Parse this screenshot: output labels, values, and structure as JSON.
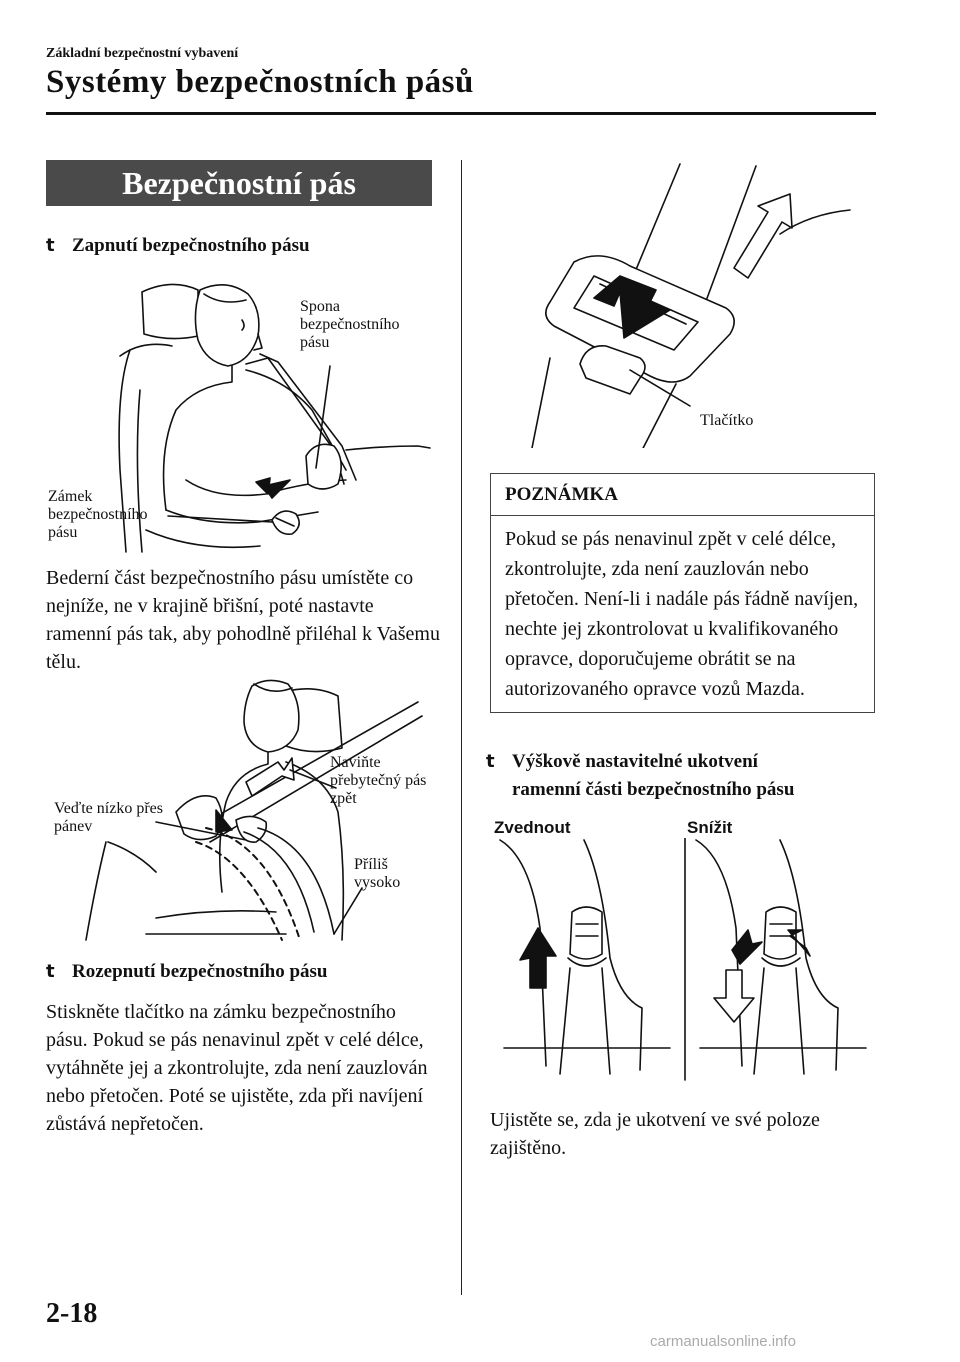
{
  "header": {
    "breadcrumb": "Základní bezpečnostní vybavení",
    "title": "Systémy bezpečnostních pásů"
  },
  "banner": "Bezpečnostní pás",
  "sections": {
    "fasten": {
      "bullet": "t",
      "heading": "Zapnutí bezpečnostního pásu",
      "fig1": {
        "label_buckle_tongue": "Spona bezpečnostního pásu",
        "label_buckle": "Zámek bezpečnostního pásu"
      },
      "paragraph": "Bederní část bezpečnostního pásu umístěte co nejníže, ne v krajině břišní, poté nastavte ramenní pás tak, aby pohodlně přiléhal k Vašemu tělu.",
      "fig2": {
        "label_low_hips": "Veďte nízko přes pánev",
        "label_retract": "Naviňte přebytečný pás zpět",
        "label_too_high": "Příliš vysoko"
      }
    },
    "unfasten": {
      "bullet": "t",
      "heading": "Rozepnutí bezpečnostního pásu",
      "paragraph": "Stiskněte tlačítko na zámku bezpečnostního pásu. Pokud se pás nenavinul zpět v celé délce, vytáhněte jej a zkontrolujte, zda není zauzlován nebo přetočen. Poté se ujistěte, zda při navíjení zůstává nepřetočen.",
      "fig3": {
        "label_button": "Tlačítko"
      }
    },
    "note": {
      "heading": "POZNÁMKA",
      "text": "Pokud se pás nenavinul zpět v celé délce, zkontrolujte, zda není zauzlován nebo přetočen. Není-li i nadále pás řádně navíjen, nechte jej zkontrolovat u kvalifikovaného opravce, doporučujeme obrátit se na autorizovaného opravce vozů Mazda."
    },
    "anchor": {
      "bullet": "t",
      "heading_line1": "Výškově nastavitelné ukotvení",
      "heading_line2": "ramenní části bezpečnostního pásu",
      "fig4": {
        "label_raise": "Zvednout",
        "label_lower": "Snížit"
      },
      "paragraph": "Ujistěte se, zda je ukotvení ve své poloze zajištěno."
    }
  },
  "footer": {
    "page_number": "2-18",
    "watermark": "carmanualsonline.info"
  }
}
